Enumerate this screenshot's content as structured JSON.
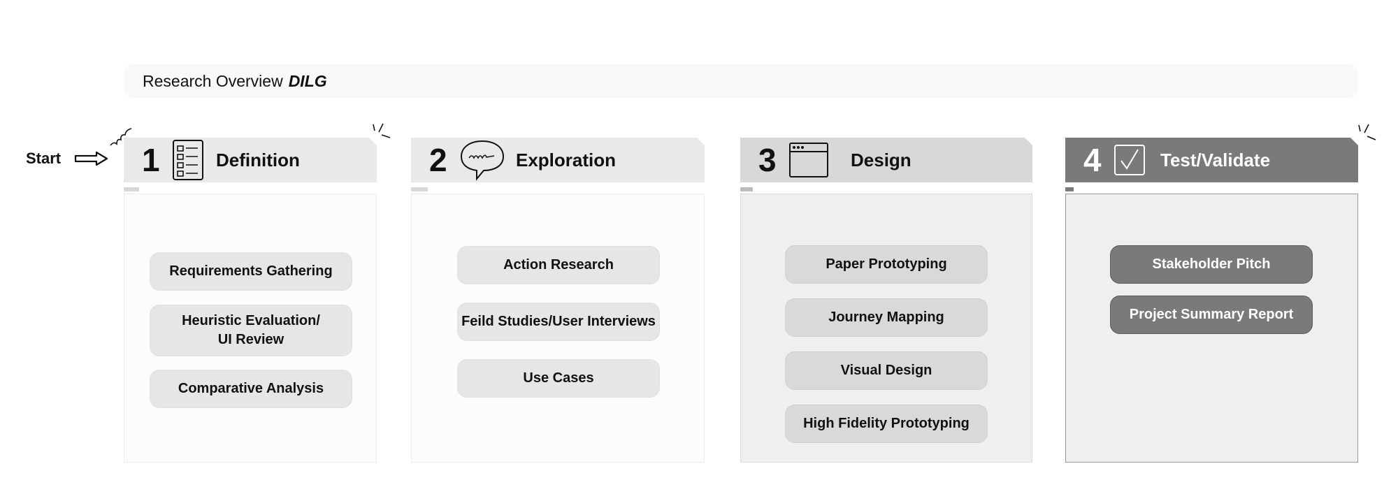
{
  "header": {
    "title": "Research Overview",
    "title_emphasis": "DILG"
  },
  "start": {
    "label": "Start"
  },
  "phases": [
    {
      "number": "1",
      "title": "Definition",
      "icon": "checklist-icon",
      "items": [
        "Requirements Gathering",
        "Heuristic Evaluation/\nUI Review",
        "Comparative Analysis"
      ]
    },
    {
      "number": "2",
      "title": "Exploration",
      "icon": "speech-bubble-icon",
      "items": [
        "Action Research",
        "Feild Studies/User Interviews",
        "Use Cases"
      ]
    },
    {
      "number": "3",
      "title": "Design",
      "icon": "browser-window-icon",
      "items": [
        "Paper Prototyping",
        "Journey Mapping",
        "Visual Design",
        "High Fidelity Prototyping"
      ]
    },
    {
      "number": "4",
      "title": "Test/Validate",
      "icon": "checkbox-icon",
      "items": [
        "Stakeholder Pitch",
        "Project Summary Report"
      ]
    }
  ],
  "colors": {
    "phase1": "#e9e9e9",
    "phase2": "#e9e9e9",
    "phase3": "#d8d8d8",
    "phase4": "#7a7a7a"
  }
}
